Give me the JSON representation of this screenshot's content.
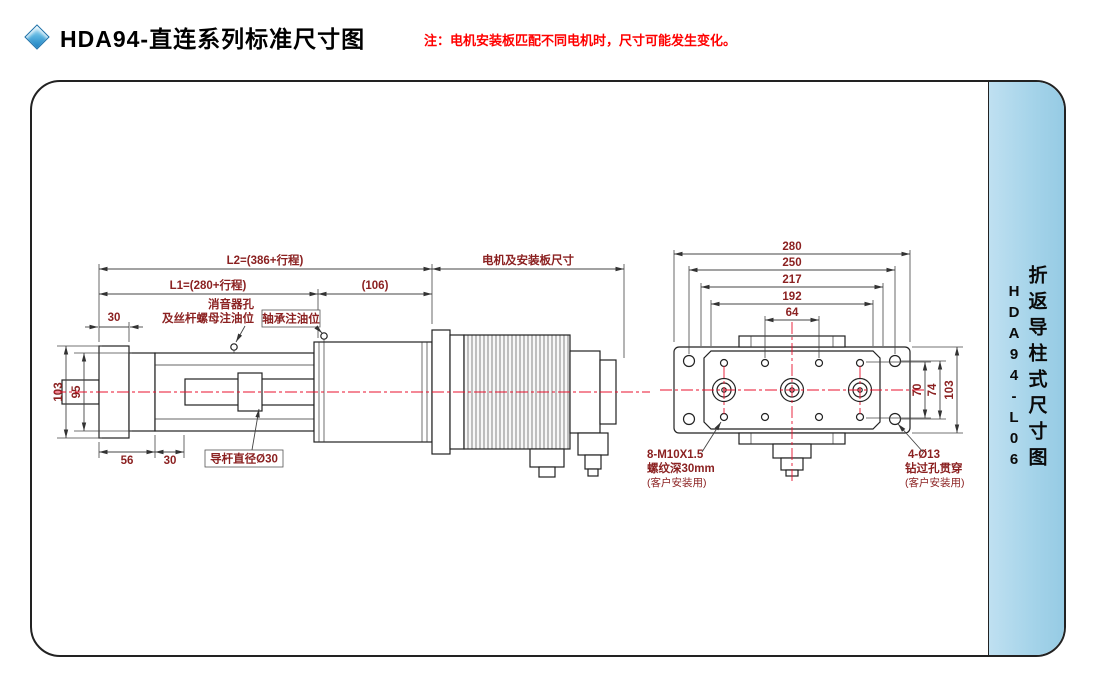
{
  "page": {
    "title": "HDA94-直连系列标准尺寸图",
    "note": "注：电机安装板匹配不同电机时，尺寸可能发生变化。"
  },
  "panel": {
    "series_name": "折返导柱式尺寸图",
    "model": "HDA94-L06"
  },
  "side_view": {
    "dim_l2": "L2=(386+行程)",
    "dim_l1": "L1=(280+行程)",
    "dim_106": "(106)",
    "label_motor_plate": "电机及安装板尺寸",
    "dim_30_top": "30",
    "dim_103": "103",
    "dim_95": "95",
    "dim_56": "56",
    "dim_30_bottom": "30",
    "label_muffler_1": "消音器孔",
    "label_muffler_2": "及丝杆螺母注油位",
    "label_bearing": "轴承注油位",
    "label_rod": "导杆直径Ø30"
  },
  "plate_view": {
    "dim_280": "280",
    "dim_250": "250",
    "dim_217": "217",
    "dim_192": "192",
    "dim_64": "64",
    "dim_70": "70",
    "dim_74": "74",
    "dim_103": "103",
    "label_thread_1": "8-M10X1.5",
    "label_thread_2": "螺纹深30mm",
    "label_thread_3": "(客户安装用)",
    "label_hole_1": "4-Ø13",
    "label_hole_2": "钻过孔贯穿",
    "label_hole_3": "(客户安装用)"
  },
  "colors": {
    "note_red": "#ff0000",
    "dim_text": "#8b2121",
    "centerline_red": "#e8112d",
    "panel_blue": "#a4d3e9",
    "diamond_blue": "#1b7fc0",
    "line": "#222222"
  }
}
